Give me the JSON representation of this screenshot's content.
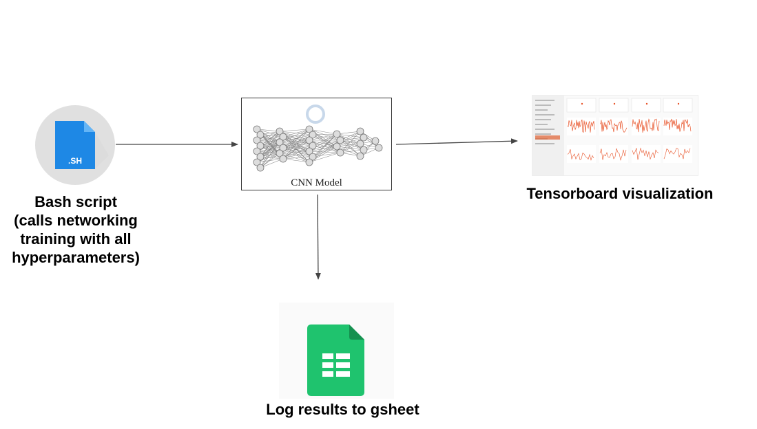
{
  "bash": {
    "file_ext": ".SH",
    "label_lines": [
      "Bash script",
      "(calls networking",
      "training with all",
      "hyperparameters)"
    ]
  },
  "cnn": {
    "caption": "CNN Model"
  },
  "tensorboard": {
    "label": "Tensorboard visualization"
  },
  "gsheet": {
    "label": "Log results to gsheet"
  },
  "colors": {
    "arrow": "#444444",
    "sh_file": "#1E88E5",
    "sh_fold": "#64B5F6",
    "sh_circle": "#E0E0E0",
    "sheet_green": "#1FC36E",
    "sheet_dark": "#15904F",
    "tb_red": "#E8542A"
  }
}
